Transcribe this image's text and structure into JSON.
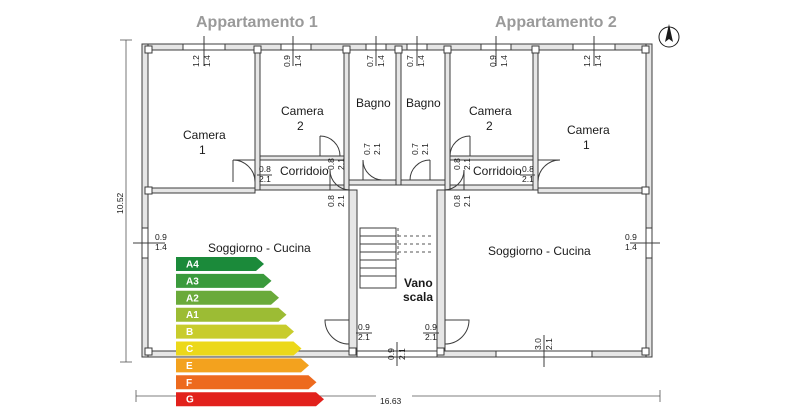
{
  "apartments": [
    "Appartamento 1",
    "Appartamento 2"
  ],
  "rooms": {
    "camera": "Camera",
    "n1": "1",
    "n2": "2",
    "bagno": "Bagno",
    "corridoio": "Corridoio",
    "soggiorno": "Soggiorno - Cucina",
    "vano": "Vano",
    "scala": "scala"
  },
  "dimensions": {
    "total_width": "16.63",
    "total_depth": "10.52",
    "w12": "1.2",
    "w14": "1.4",
    "w09": "0.9",
    "w07": "0.7",
    "w08": "0.8",
    "w21": "2.1",
    "w30": "3.0"
  },
  "energy_classes": [
    {
      "label": "A4",
      "color": "#1b8a3a"
    },
    {
      "label": "A3",
      "color": "#3a9a3c"
    },
    {
      "label": "A2",
      "color": "#6aaa3a"
    },
    {
      "label": "A1",
      "color": "#9cbc34"
    },
    {
      "label": "B",
      "color": "#c8cc2c"
    },
    {
      "label": "C",
      "color": "#ecd81a"
    },
    {
      "label": "E",
      "color": "#f3a21e"
    },
    {
      "label": "F",
      "color": "#ed6a1e"
    },
    {
      "label": "G",
      "color": "#e2211c"
    }
  ],
  "icons": {
    "north": "north-arrow-icon"
  }
}
